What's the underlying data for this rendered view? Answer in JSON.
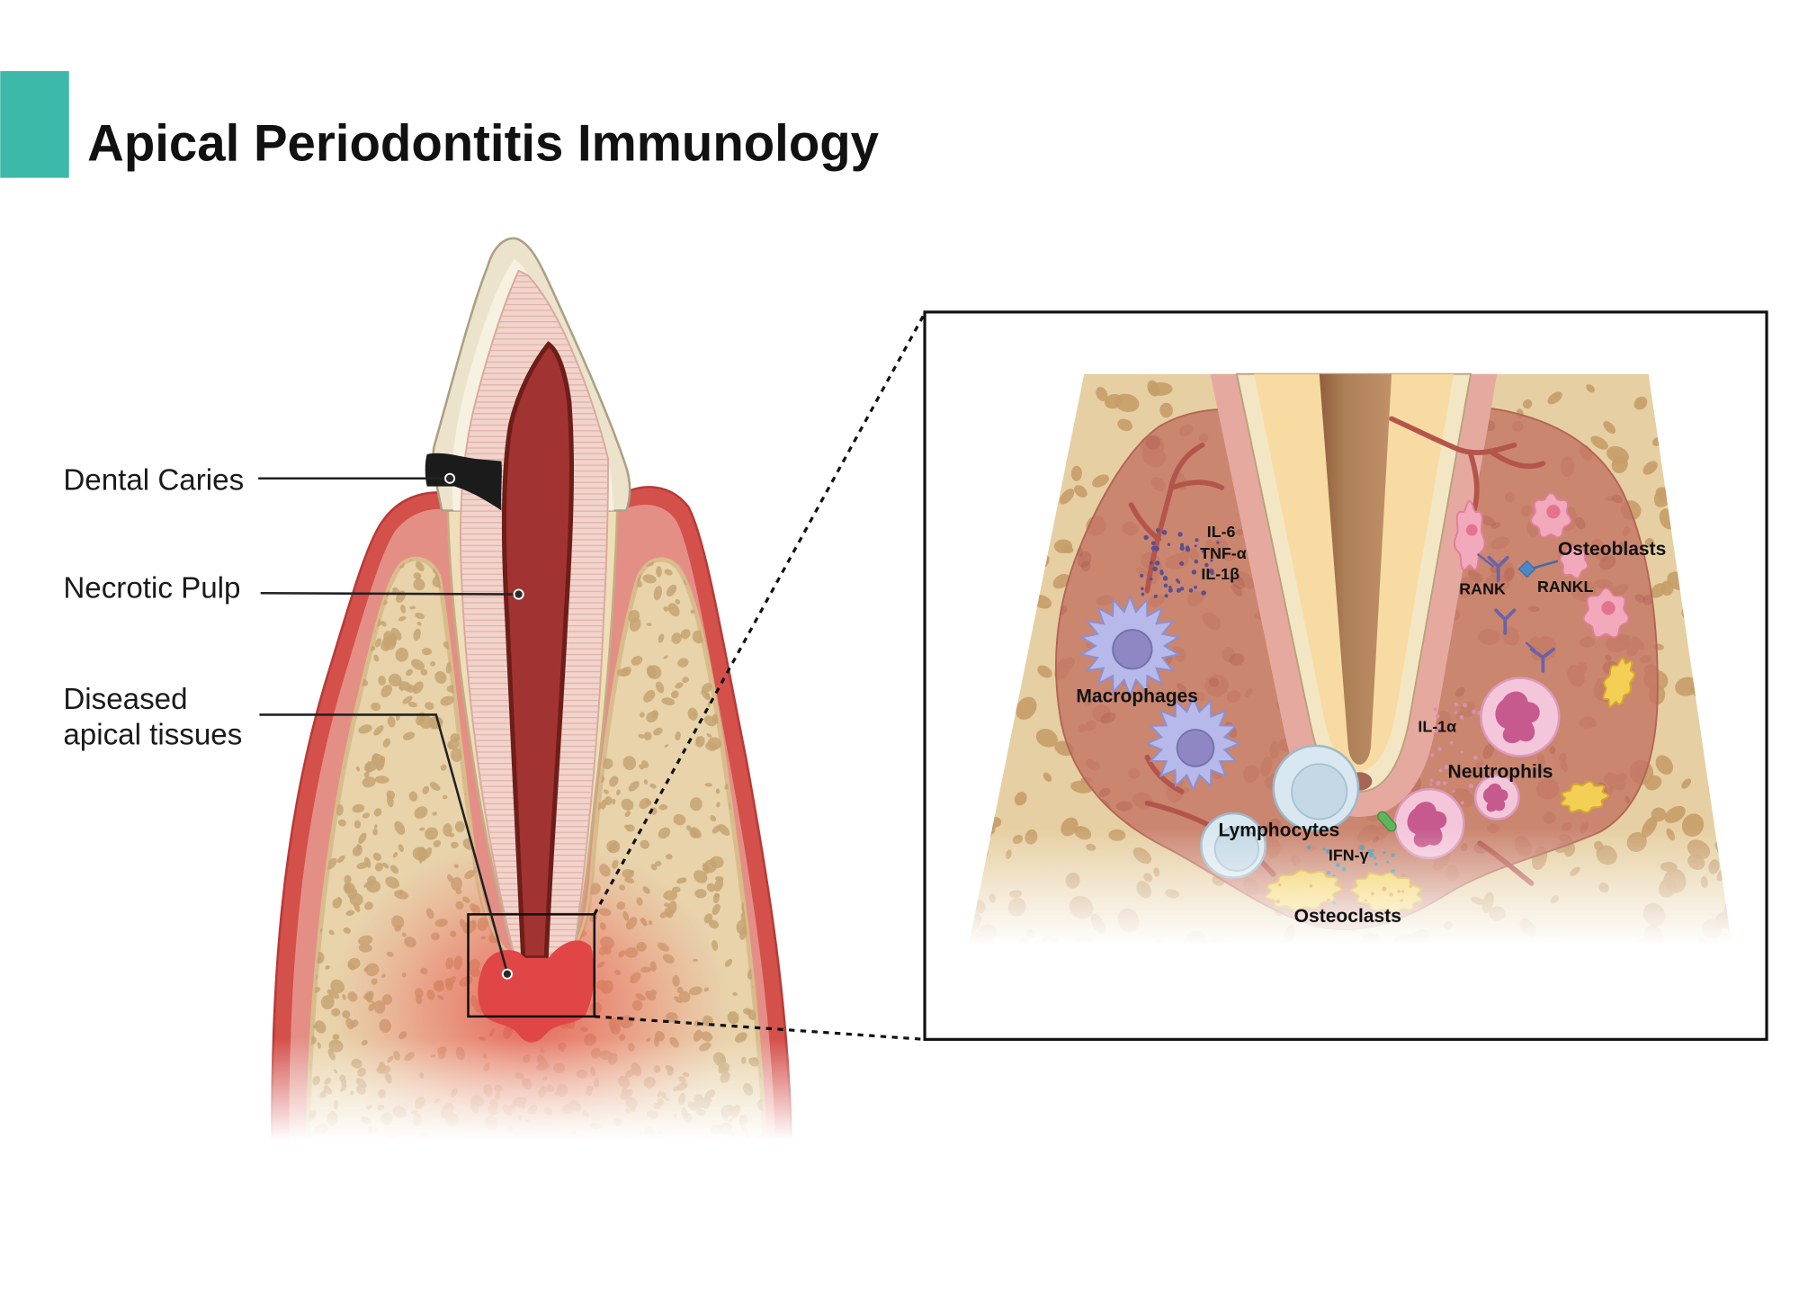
{
  "title": "Apical Periodontitis Immunology",
  "labels": {
    "dental_caries": "Dental Caries",
    "necrotic_pulp": "Necrotic Pulp",
    "diseased_line1": "Diseased",
    "diseased_line2": "apical tissues"
  },
  "inset": {
    "il6": "IL-6",
    "tnf_alpha": "TNF-α",
    "il1_beta": "IL-1β",
    "osteoblasts": "Osteoblasts",
    "rank": "RANK",
    "rankl": "RANKL",
    "macrophages": "Macrophages",
    "il1_alpha": "IL-1α",
    "neutrophils": "Neutrophils",
    "lymphocytes": "Lymphocytes",
    "ifn_gamma": "IFN-γ",
    "osteoclasts": "Osteoclasts"
  },
  "colors": {
    "accent": "#3db9aa",
    "gingiva": "#d4504b",
    "bone": "#e8d3ab",
    "pulp": "#a23333",
    "lesion": "#e04646"
  }
}
